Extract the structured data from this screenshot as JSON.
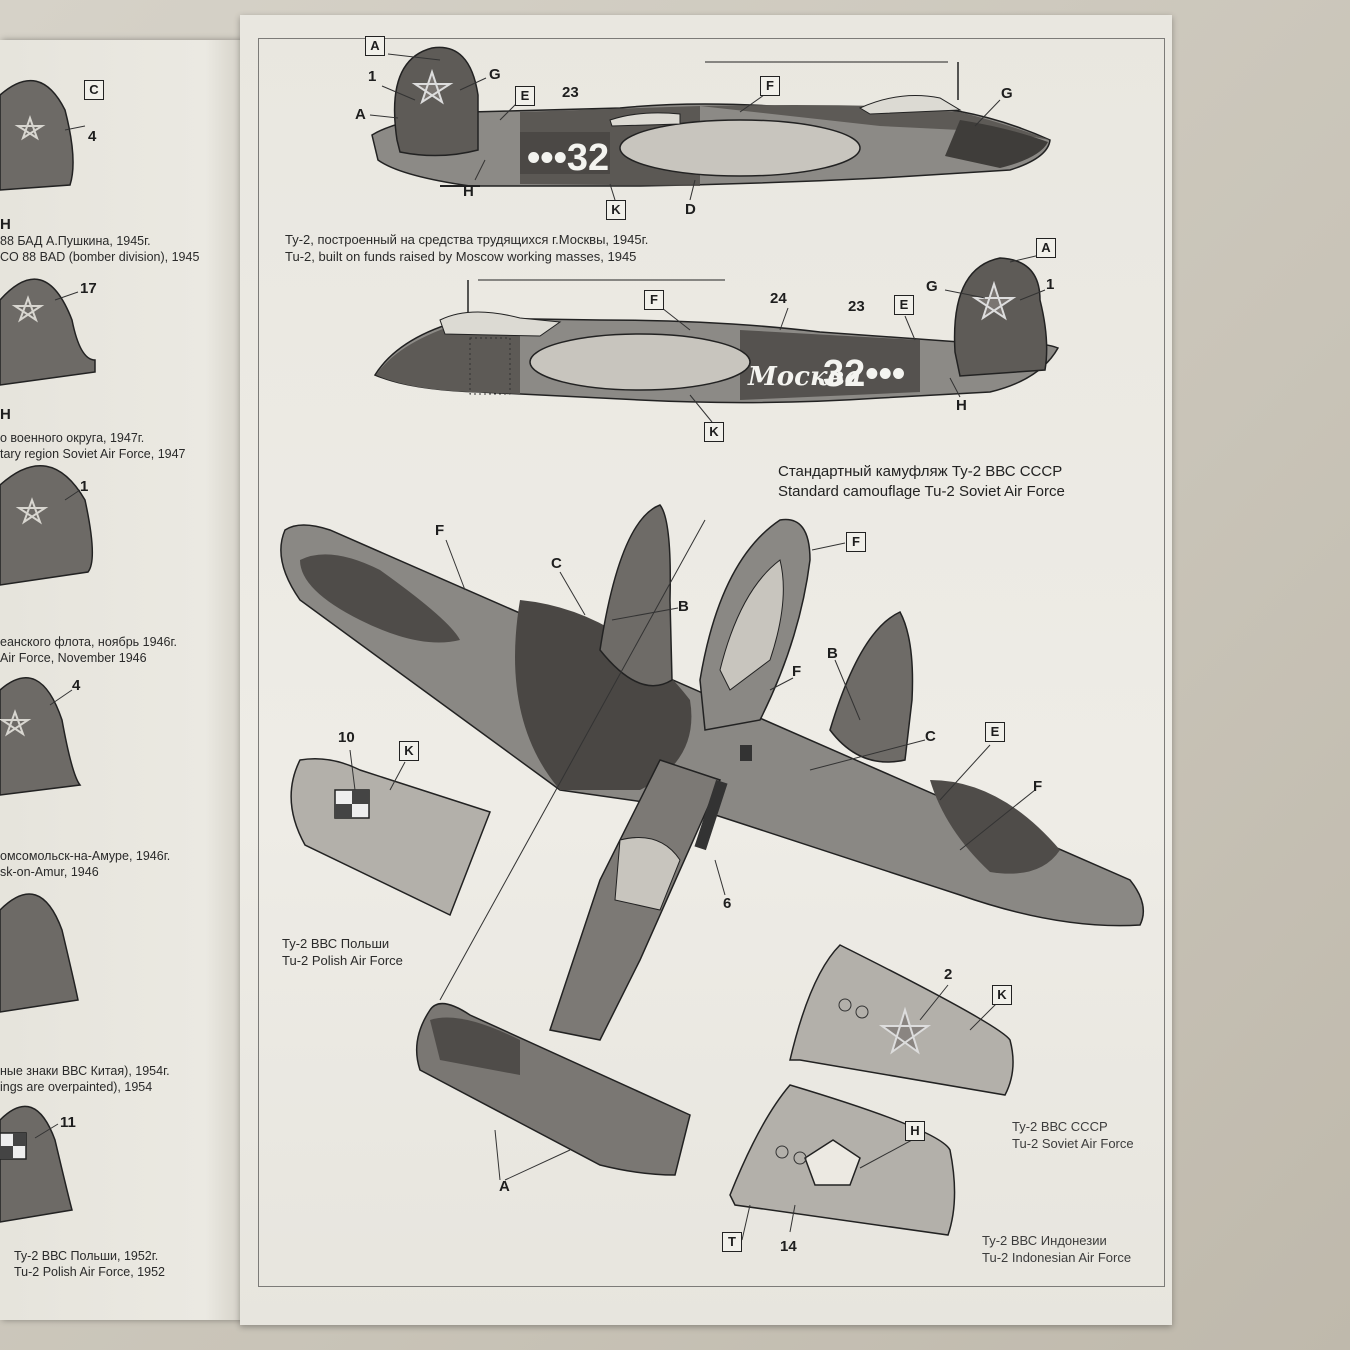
{
  "left_page": {
    "captions": [
      {
        "ru": "88 БАД А.Пушкина, 1945г.",
        "en": "CO 88 BAD (bomber division), 1945"
      },
      {
        "ru": "о военного округа, 1947г.",
        "en": "tary region Soviet Air Force, 1947"
      },
      {
        "ru": "еанского флота, ноябрь 1946г.",
        "en": "Air Force, November 1946"
      },
      {
        "ru": "омсомольск-на-Амуре, 1946г.",
        "en": "sk-on-Amur, 1946"
      },
      {
        "ru": "ные знаки ВВС Китая), 1954г.",
        "en": "ings are overpainted), 1954"
      },
      {
        "ru": "Ту-2 ВВС Польши, 1952г.",
        "en": "Tu-2 Polish Air Force, 1952"
      }
    ],
    "labels": {
      "c": "C",
      "n4": "4",
      "h1": "H",
      "n17": "17",
      "h2": "H",
      "n1": "1",
      "n4b": "4",
      "n11": "11"
    }
  },
  "profile_top": {
    "caption_ru": "Ту-2, построенный на средства трудящихся г.Москвы, 1945г.",
    "caption_en": "Tu-2, built on funds raised by Moscow working masses, 1945",
    "fuselage_number": "•••32",
    "labels": {
      "a_box": "A",
      "n1": "1",
      "g": "G",
      "a": "A",
      "e_box": "E",
      "n23": "23",
      "f_box": "F",
      "g2": "G",
      "h": "H",
      "k_box": "K",
      "d": "D"
    }
  },
  "profile_bottom": {
    "fuselage_text": "Москва",
    "fuselage_number": "32•••",
    "labels": {
      "a_box": "A",
      "g": "G",
      "n1": "1",
      "f_box": "F",
      "n24": "24",
      "n23": "23",
      "e_box": "E",
      "h": "H",
      "k_box": "K"
    }
  },
  "plan_view": {
    "caption_ru": "Стандартный камуфляж Ту-2 ВВС СССР",
    "caption_en": "Standard camouflage Tu-2 Soviet Air Force",
    "labels": {
      "f1": "F",
      "c1": "C",
      "b1": "B",
      "f_box": "F",
      "f2": "F",
      "b2": "B",
      "c2": "C",
      "e_box": "E",
      "f3": "F",
      "n6": "6",
      "a": "A"
    }
  },
  "fin_poland": {
    "caption_ru": "Ту-2 ВВС Польши",
    "caption_en": "Tu-2 Polish Air Force",
    "labels": {
      "n10": "10",
      "k_box": "K"
    }
  },
  "fin_ussr": {
    "caption_ru": "Ту-2 ВВС СССР",
    "caption_en": "Tu-2 Soviet Air Force",
    "labels": {
      "n2": "2",
      "k_box": "K"
    }
  },
  "fin_indonesia": {
    "caption_ru": "Ту-2 ВВС Индонезии",
    "caption_en": "Tu-2 Indonesian Air Force",
    "labels": {
      "h_box": "H",
      "t_box": "T",
      "n14": "14"
    }
  }
}
